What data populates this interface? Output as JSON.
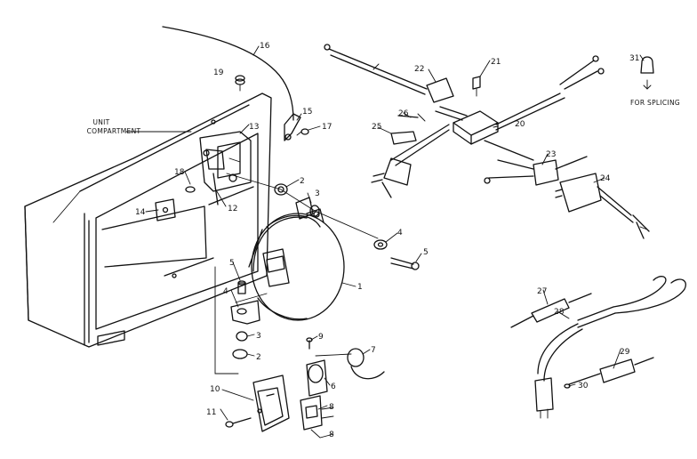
{
  "diagram": {
    "notes": {
      "unit_compartment_line1": "UNIT",
      "unit_compartment_line2": "COMPARTMENT",
      "for_splicing": "FOR SPLICING"
    },
    "callouts": {
      "c1": "1",
      "c2a": "2",
      "c2b": "2",
      "c3a": "3",
      "c3b": "3",
      "c4a": "4",
      "c4b": "4",
      "c5a": "5",
      "c5b": "5",
      "c6": "6",
      "c7": "7",
      "c8a": "8",
      "c8b": "8",
      "c9": "9",
      "c10": "10",
      "c11": "11",
      "c12": "12",
      "c13": "13",
      "c14": "14",
      "c15": "15",
      "c16": "16",
      "c17": "17",
      "c18": "18",
      "c19": "19",
      "c20": "20",
      "c21": "21",
      "c22": "22",
      "c23": "23",
      "c24": "24",
      "c25": "25",
      "c26": "26",
      "c27": "27",
      "c28": "28",
      "c29": "29",
      "c30": "30",
      "c31": "31"
    }
  }
}
